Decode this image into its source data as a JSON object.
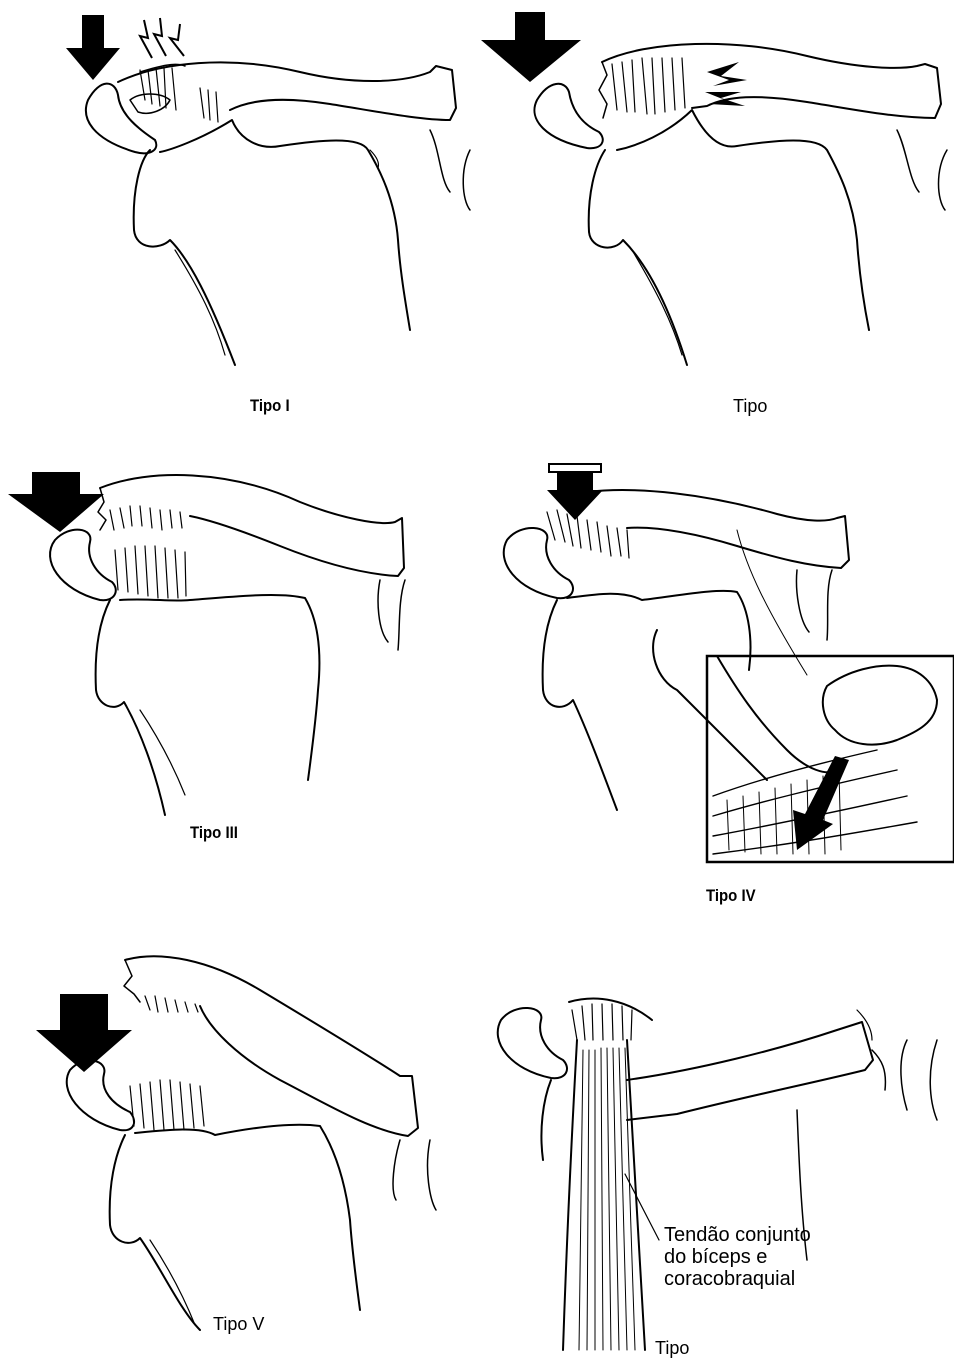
{
  "captions": {
    "tipo1": "Tipo I",
    "tipo2": "Tipo",
    "tipo3": "Tipo III",
    "tipo4": "Tipo IV",
    "tipo5": "Tipo V",
    "tipo6": "Tipo"
  },
  "annotation": {
    "line1": "Tendão conjunto",
    "line2": "do bíceps e",
    "line3": "coracobraquial"
  },
  "colors": {
    "ink": "#000000",
    "paper": "#ffffff"
  },
  "icons": [
    "force-arrow-icon",
    "pain-lightning-icon"
  ]
}
